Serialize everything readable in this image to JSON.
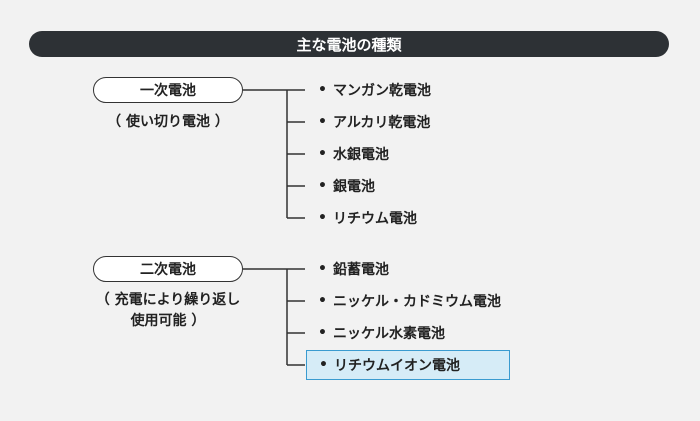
{
  "title": "主な電池の種類",
  "groups": [
    {
      "name": "一次電池",
      "note_lines": [
        "（ 使い切り電池 ）"
      ],
      "items": [
        "マンガン乾電池",
        "アルカリ乾電池",
        "水銀電池",
        "銀電池",
        "リチウム電池"
      ]
    },
    {
      "name": "二次電池",
      "note_lines": [
        "（ 充電により繰り返し",
        "使用可能 ）"
      ],
      "items": [
        "鉛蓄電池",
        "ニッケル・カドミウム電池",
        "ニッケル水素電池",
        "リチウムイオン電池"
      ]
    }
  ],
  "bullet": "•",
  "colors": {
    "background": "#f2f2f2",
    "title_bar": "#2d3135",
    "highlight_fill": "#d6ecf7",
    "highlight_border": "#3a9bd0"
  }
}
